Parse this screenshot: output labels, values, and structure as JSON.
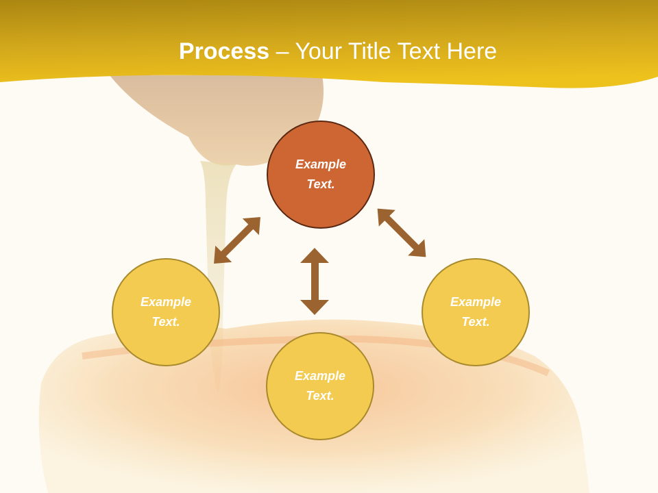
{
  "slide": {
    "title_bold": "Process",
    "title_rest": " – Your Title Text Here",
    "background_theme": "honey-dripping-onto-honeycomb"
  },
  "colors": {
    "header_gold": "#e9b81a",
    "header_dark": "#ad8710",
    "center_node": "#ce6633",
    "center_border": "#5a2812",
    "outer_node": "#f3cb50",
    "outer_border": "#a8892c",
    "arrow": "#9b6330",
    "background": "#fdfbf4"
  },
  "diagram": {
    "type": "radial-process",
    "center": {
      "line1": "Example",
      "line2": "Text."
    },
    "nodes": [
      {
        "id": "left",
        "line1": "Example",
        "line2": "Text."
      },
      {
        "id": "bottom",
        "line1": "Example",
        "line2": "Text."
      },
      {
        "id": "right",
        "line1": "Example",
        "line2": "Text."
      }
    ],
    "arrows": [
      {
        "from": "center",
        "to": "left",
        "style": "double-headed"
      },
      {
        "from": "center",
        "to": "bottom",
        "style": "double-headed"
      },
      {
        "from": "center",
        "to": "right",
        "style": "double-headed"
      }
    ]
  }
}
